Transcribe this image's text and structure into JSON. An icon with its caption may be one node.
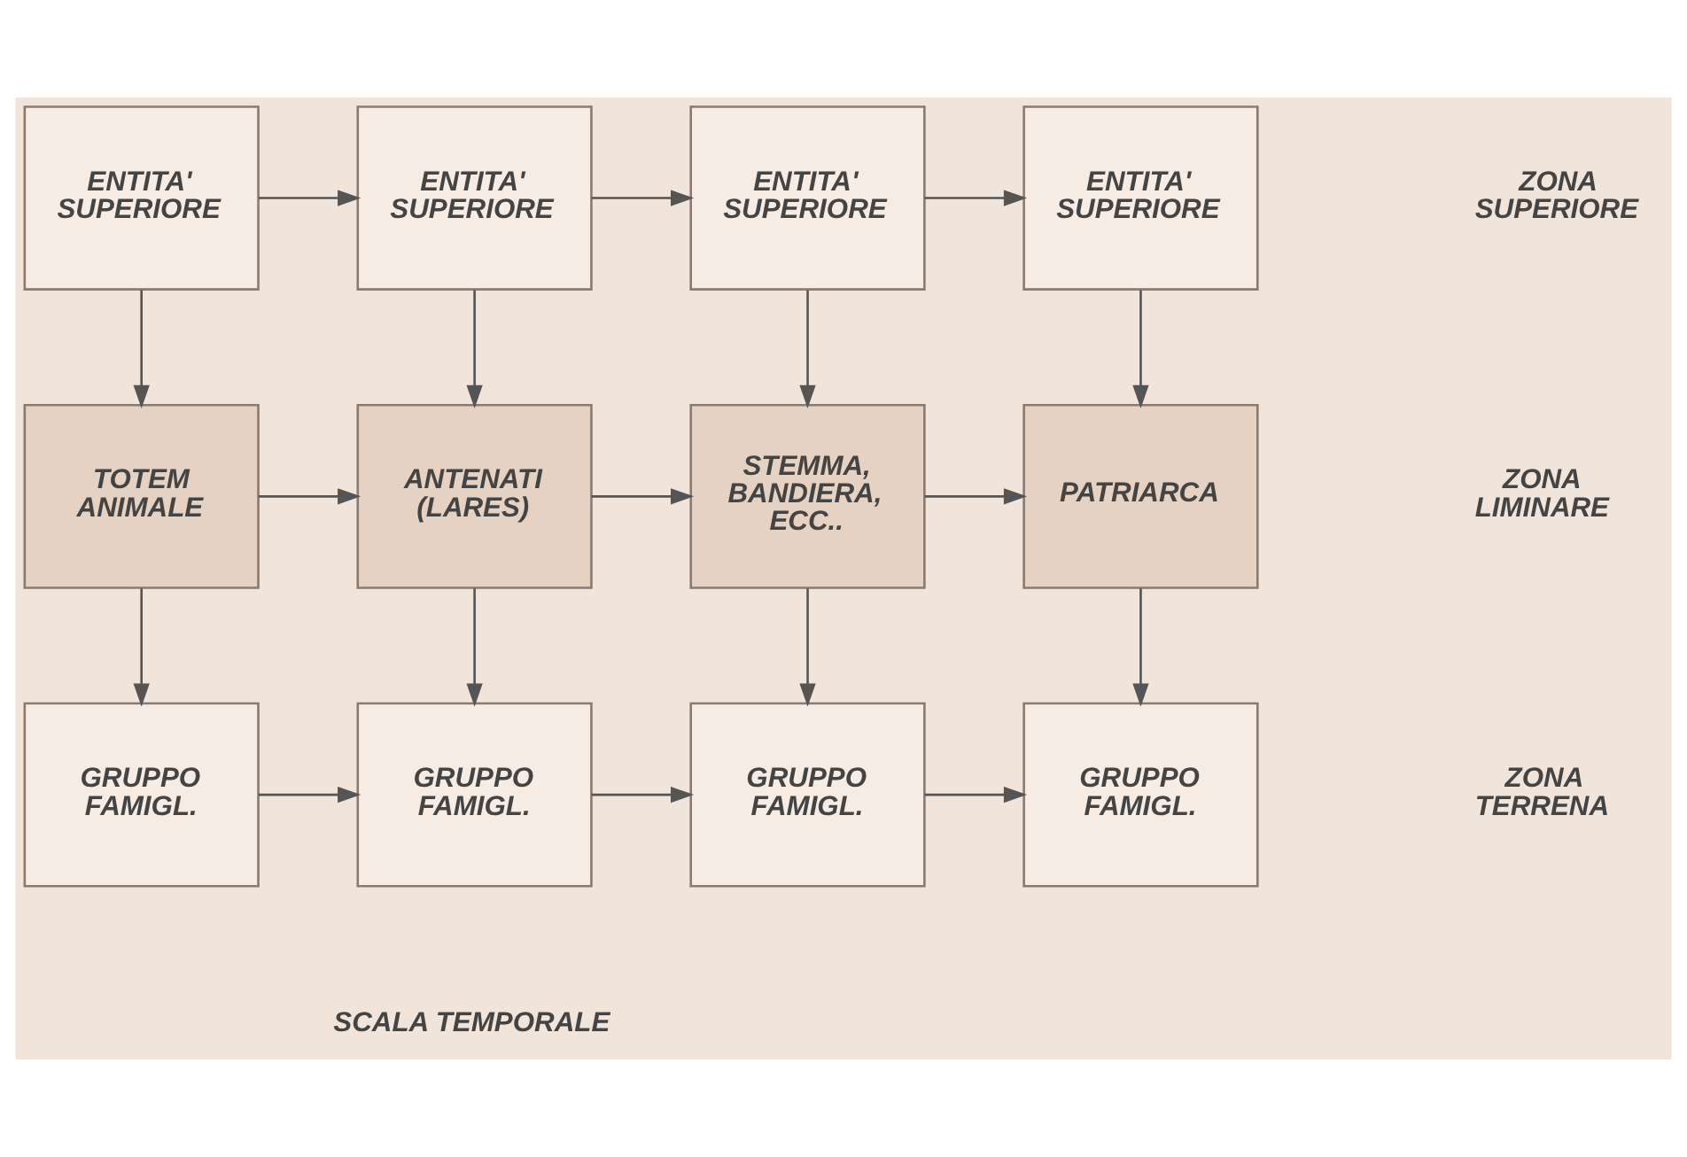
{
  "diagram": {
    "nodes": [
      {
        "text": [
          "ENTITA' SUPERIORE"
        ]
      },
      {
        "text": [
          "ENTITA' SUPERIORE"
        ]
      },
      {
        "text": [
          "ENTITA' SUPERIORE"
        ]
      },
      {
        "text": [
          "ENTITA' SUPERIORE"
        ]
      },
      {
        "text": [
          "TOTEM ANIMALE"
        ]
      },
      {
        "text": [
          "ANTENATI (LARES)"
        ]
      },
      {
        "text": [
          "STEMMA, BANDIERA, ECC.."
        ]
      },
      {
        "text": [
          "PATRIARCA"
        ]
      },
      {
        "text": [
          "GRUPPO FAMIGL."
        ]
      },
      {
        "text": [
          "GRUPPO FAMIGL."
        ]
      },
      {
        "text": [
          "GRUPPO FAMIGL."
        ]
      },
      {
        "text": [
          "GRUPPO FAMIGL."
        ]
      }
    ],
    "edges": [
      {
        "from": 0,
        "to": 1,
        "arrow": "to"
      },
      {
        "from": 1,
        "to": 2,
        "arrow": "to"
      },
      {
        "from": 2,
        "to": 3,
        "arrow": "to"
      },
      {
        "from": 0,
        "to": 4,
        "arrow": "to"
      },
      {
        "from": 1,
        "to": 5,
        "arrow": "to"
      },
      {
        "from": 2,
        "to": 6,
        "arrow": "to"
      },
      {
        "from": 3,
        "to": 7,
        "arrow": "to"
      },
      {
        "from": 4,
        "to": 5,
        "arrow": "to"
      },
      {
        "from": 5,
        "to": 6,
        "arrow": "to"
      },
      {
        "from": 6,
        "to": 7,
        "arrow": "to"
      },
      {
        "from": 4,
        "to": 8,
        "arrow": "to"
      },
      {
        "from": 5,
        "to": 9,
        "arrow": "to"
      },
      {
        "from": 6,
        "to": 10,
        "arrow": "to"
      },
      {
        "from": 7,
        "to": 11,
        "arrow": "to"
      },
      {
        "from": 8,
        "to": 9,
        "arrow": "to"
      },
      {
        "from": 9,
        "to": 10,
        "arrow": "to"
      },
      {
        "from": 10,
        "to": 11,
        "arrow": "to"
      }
    ],
    "labels": [
      "ZONA SUPERIORE",
      "ZONA LIMINARE",
      "ZONA TERRENA",
      "SCALA TEMPORALE"
    ]
  }
}
